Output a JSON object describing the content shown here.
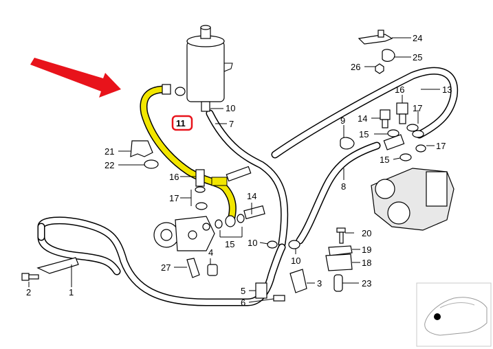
{
  "parts": [
    {
      "id": "p24",
      "number": "24"
    },
    {
      "id": "p25",
      "number": "25"
    },
    {
      "id": "p26",
      "number": "26"
    },
    {
      "id": "p16a",
      "number": "16"
    },
    {
      "id": "p13",
      "number": "13"
    },
    {
      "id": "p10a",
      "number": "10"
    },
    {
      "id": "p11",
      "number": "11"
    },
    {
      "id": "p7",
      "number": "7"
    },
    {
      "id": "p14a",
      "number": "14"
    },
    {
      "id": "p17a",
      "number": "17"
    },
    {
      "id": "p9",
      "number": "9"
    },
    {
      "id": "p15a",
      "number": "15"
    },
    {
      "id": "p17b",
      "number": "17"
    },
    {
      "id": "p15b",
      "number": "15"
    },
    {
      "id": "p21",
      "number": "21"
    },
    {
      "id": "p22",
      "number": "22"
    },
    {
      "id": "p8",
      "number": "8"
    },
    {
      "id": "p16b",
      "number": "16"
    },
    {
      "id": "p17c",
      "number": "17"
    },
    {
      "id": "p14b",
      "number": "14"
    },
    {
      "id": "p15c",
      "number": "15"
    },
    {
      "id": "p20",
      "number": "20"
    },
    {
      "id": "p10b",
      "number": "10"
    },
    {
      "id": "p10c",
      "number": "10"
    },
    {
      "id": "p19",
      "number": "19"
    },
    {
      "id": "p27",
      "number": "27"
    },
    {
      "id": "p4",
      "number": "4"
    },
    {
      "id": "p18",
      "number": "18"
    },
    {
      "id": "p3",
      "number": "3"
    },
    {
      "id": "p23",
      "number": "23"
    },
    {
      "id": "p2",
      "number": "2"
    },
    {
      "id": "p1",
      "number": "1"
    },
    {
      "id": "p5",
      "number": "5"
    },
    {
      "id": "p6",
      "number": "6"
    }
  ],
  "highlight": {
    "part_number": "11",
    "hose_color": "#f2e600",
    "marker_color": "#e8131b",
    "arrow_color": "#e8131b"
  }
}
